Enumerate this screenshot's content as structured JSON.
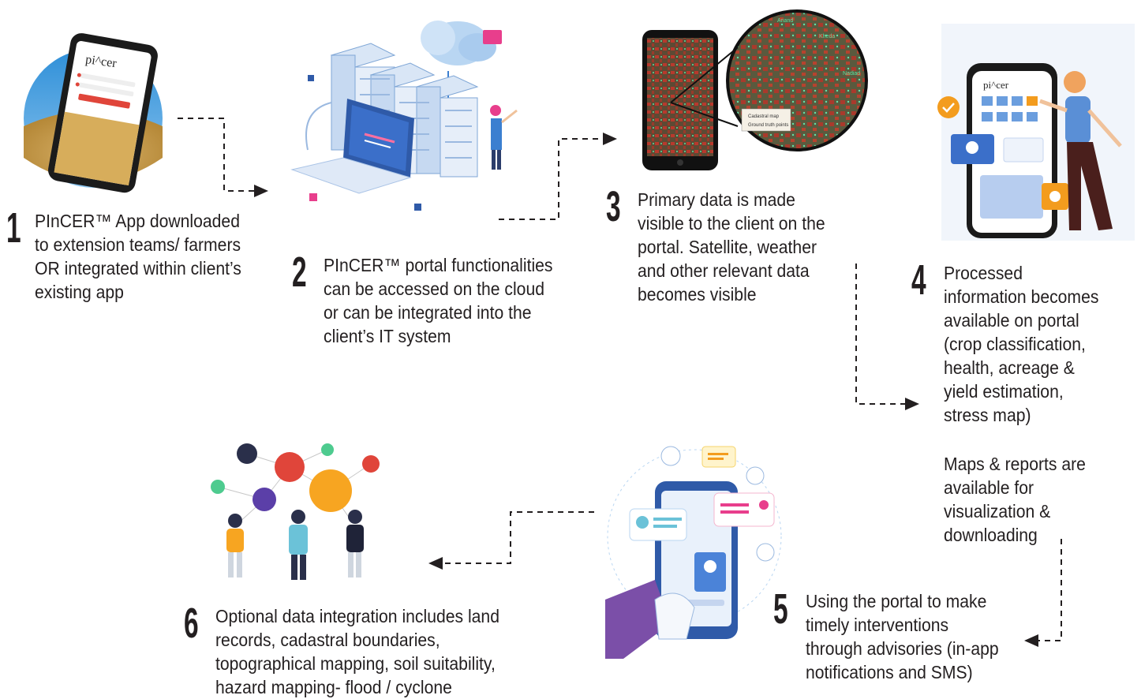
{
  "logo": {
    "app_brand": "pi^cer",
    "phone_brand": "pi^cer"
  },
  "map_labels": {
    "tag1": "Anand",
    "tag2": "Kheda",
    "tag3": "Nadiad",
    "legend1": "Cadastral map",
    "legend2": "Ground truth points"
  },
  "steps": [
    {
      "number": "1",
      "lines": [
        "PInCER™ App downloaded",
        "to extension teams/ farmers",
        "OR integrated within client’s",
        "existing app"
      ]
    },
    {
      "number": "2",
      "lines": [
        "PInCER™ portal functionalities",
        "can be accessed on the cloud",
        "or can be integrated into the",
        "client’s IT system"
      ]
    },
    {
      "number": "3",
      "lines": [
        "Primary data is made",
        "visible to the client on the",
        "portal. Satellite, weather",
        "and other relevant data",
        "becomes visible"
      ]
    },
    {
      "number": "4",
      "lines": [
        "Processed",
        "information becomes",
        "available on portal",
        "(crop classification,",
        "health, acreage &",
        "yield estimation,",
        "stress map)"
      ],
      "extra_lines": [
        "Maps & reports are",
        "available for",
        "visualization &",
        "downloading"
      ]
    },
    {
      "number": "5",
      "lines": [
        "Using the portal to make",
        "timely interventions",
        "through advisories (in-app",
        "notifications and SMS)"
      ]
    },
    {
      "number": "6",
      "lines": [
        "Optional data integration includes land",
        "records, cadastral boundaries,",
        "topographical mapping, soil suitability,",
        "hazard mapping- flood / cyclone"
      ]
    }
  ],
  "colors": {
    "text": "#231f20",
    "arrow": "#231f20",
    "accent_red": "#e0453a",
    "accent_orange": "#f39c1e",
    "accent_blue": "#3b7fd0",
    "accent_pink": "#e83e8c"
  }
}
